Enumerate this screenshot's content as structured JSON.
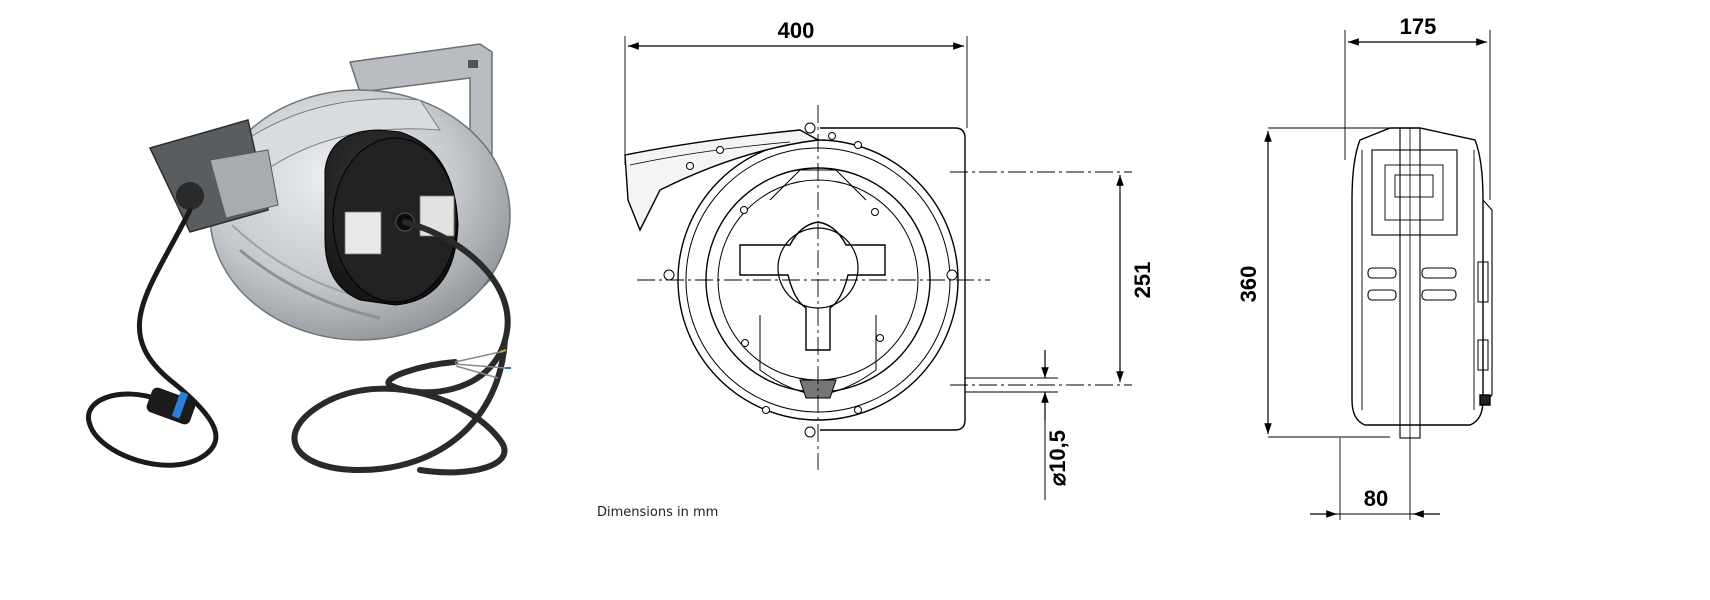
{
  "caption": "Dimensions in mm",
  "front_view": {
    "width_label": "400",
    "height_label": "251",
    "hole_label": "⌀10,5"
  },
  "side_view": {
    "depth_label": "175",
    "height_label": "360",
    "base_label": "80"
  },
  "colors": {
    "reel_silver": "#c9ccd0",
    "reel_cap": "#1f1f1f",
    "cable": "#1a1a1a",
    "connector_accent": "#2a7fd6",
    "line": "#000000"
  }
}
